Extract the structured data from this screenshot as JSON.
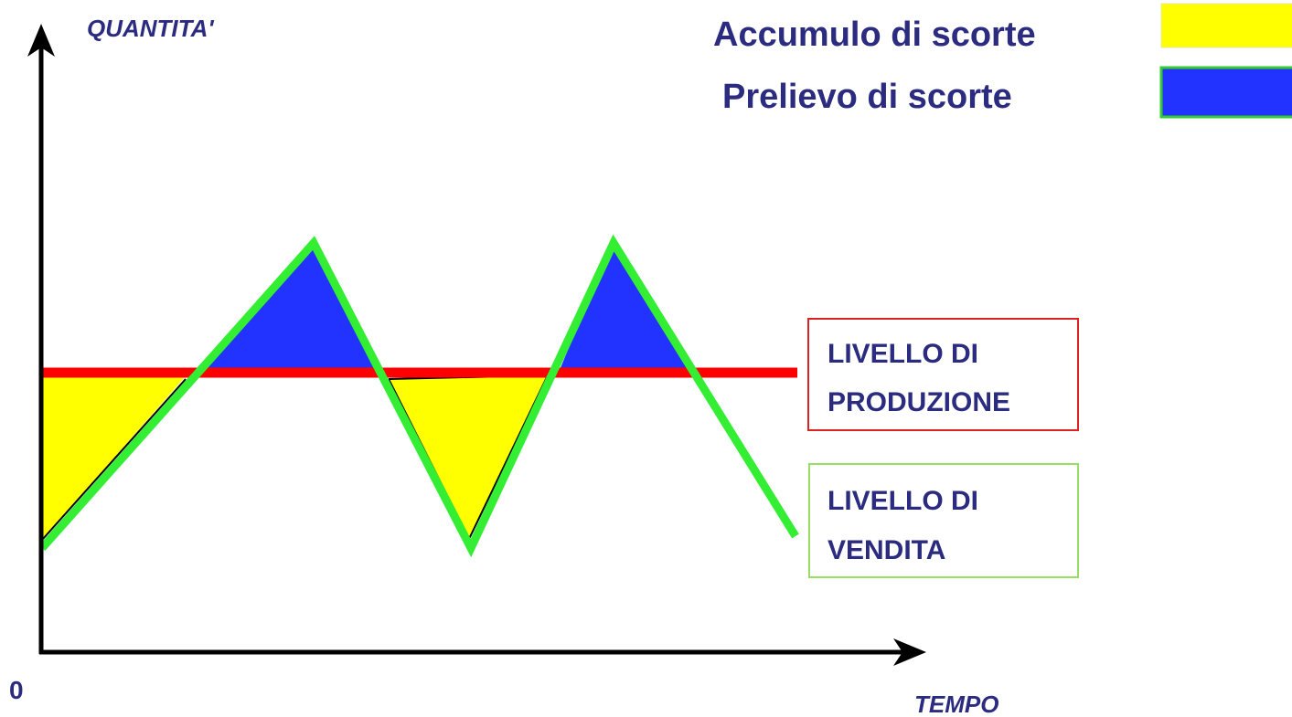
{
  "axes": {
    "y_label": "QUANTITA'",
    "x_label": "TEMPO",
    "origin_label": "0"
  },
  "legend": {
    "accumulo_label": "Accumulo di scorte",
    "accumulo_color": "#ffff00",
    "prelievo_label": "Prelievo di scorte",
    "prelievo_color": "#2233ff"
  },
  "boxes": {
    "produzione_line1": "LIVELLO DI",
    "produzione_line2": "PRODUZIONE",
    "produzione_color": "#ff0000",
    "vendita_line1": "LIVELLO DI",
    "vendita_line2": "VENDITA",
    "vendita_color": "#33ee33"
  },
  "colors": {
    "text": "#2b2b80",
    "axis": "#000000"
  }
}
